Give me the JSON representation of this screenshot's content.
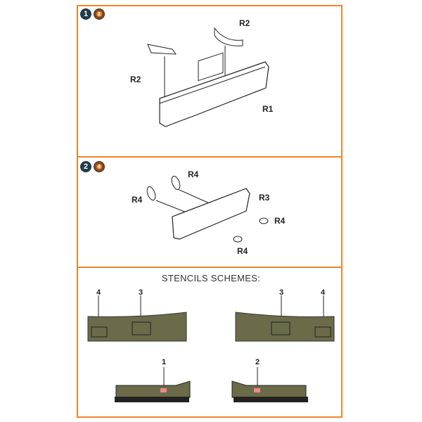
{
  "steps": [
    {
      "number": "1",
      "glue_icon": "2",
      "labels": {
        "r2_top": "R2",
        "r2_left": "R2",
        "r1": "R1"
      }
    },
    {
      "number": "2",
      "glue_icon": "4",
      "labels": {
        "r4_top": "R4",
        "r4_left": "R4",
        "r3": "R3",
        "r4_right": "R4",
        "r4_bottom": "R4"
      }
    }
  ],
  "stencils": {
    "title": "STENCILS SCHEMES:",
    "left_callouts": [
      "4",
      "3"
    ],
    "right_callouts": [
      "3",
      "4"
    ],
    "bottom_left_callout": "1",
    "bottom_right_callout": "2"
  },
  "colors": {
    "frame": "#f0852a",
    "badge": "#1f3b4d",
    "olive": "#6b6b4a"
  }
}
